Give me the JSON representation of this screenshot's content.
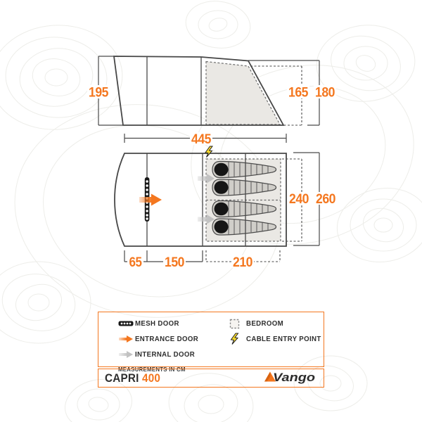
{
  "colors": {
    "orange": "#F4771F",
    "outline_dark": "#4A4A4A",
    "bedroom_fill": "#EAE8E4",
    "bag_fill": "#D0CEC9",
    "bolt_yellow": "#FFDF2B"
  },
  "side_view": {
    "height_left": "195",
    "height_bedroom": "165",
    "height_right": "180",
    "total_width": "445"
  },
  "floor_plan": {
    "bedroom_height": "240",
    "total_height": "260",
    "porch_width": "65",
    "living_width": "150",
    "bedroom_width": "210",
    "berths": 4
  },
  "legend": {
    "items": [
      {
        "icon": "mesh-door-icon",
        "label": "MESH DOOR"
      },
      {
        "icon": "entrance-door-icon",
        "label": "ENTRANCE DOOR"
      },
      {
        "icon": "internal-door-icon",
        "label": "INTERNAL DOOR"
      },
      {
        "icon": "bedroom-icon",
        "label": "BEDROOM"
      },
      {
        "icon": "cable-entry-icon",
        "label": "CABLE ENTRY POINT"
      }
    ],
    "note": "MEASUREMENTS IN CM"
  },
  "footer": {
    "model": "CAPRI",
    "variant": "400",
    "brand": "Vango"
  }
}
